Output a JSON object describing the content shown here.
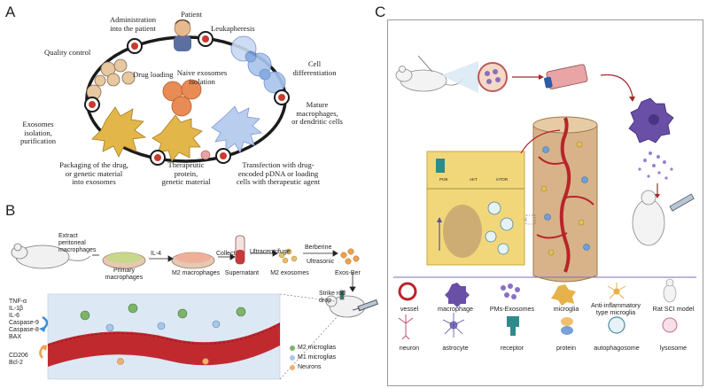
{
  "panels": {
    "a": "A",
    "b": "B",
    "c": "C"
  },
  "panel_a": {
    "patient": "Patient",
    "administration": [
      "Administration",
      "into the patient"
    ],
    "leukapheresis": "Leukapheresis",
    "quality_control": "Quality control",
    "drug_loading": "Drug loading",
    "naive_exosomes": [
      "Naive exosomes",
      "isolation"
    ],
    "cell_differentiation": [
      "Cell",
      "differentiation"
    ],
    "mature": [
      "Mature",
      "macrophages,",
      "or dendritic cells"
    ],
    "exosomes_isolation": [
      "Exosomes",
      "isolation,",
      "purification"
    ],
    "packaging": [
      "Packaging of the drug,",
      "or genetic material",
      "into exosomes"
    ],
    "therapeutic": [
      "Therapeutic",
      "protein,",
      "genetic material"
    ],
    "transfection": [
      "Transfection with drug-",
      "encoded pDNA or loading",
      "cells with therapeutic agent"
    ]
  },
  "panel_b": {
    "extract": [
      "Extract",
      "peritoneal",
      "macrophages"
    ],
    "primary": [
      "Primary",
      "macrophages"
    ],
    "il4": "IL-4",
    "m2_macrophages": "M2 macrophages",
    "collect": "Collect",
    "supernatant": "Supernatant",
    "ultracentrifuge": "Ultracentrifuge",
    "m2_exosomes": "M2 exosomes",
    "berberine": "Berberine",
    "ultrasonic": "Ultrasonic",
    "exos_ber": "Exos-Ber",
    "strike_rod": [
      "Strike rod",
      "drop"
    ],
    "decrease_markers": [
      "TNF-α",
      "IL-1β",
      "IL-6",
      "Caspase-9",
      "Caspase-8",
      "BAX"
    ],
    "increase_markers": [
      "CD206",
      "Bcl-2"
    ],
    "legend": [
      "M2 microglias",
      "M1 microglias",
      "Neurons"
    ]
  },
  "panel_c": {
    "legend_row1": [
      "vessel",
      "macrophage",
      "PMs-Exosomes",
      "microglia",
      "Anti-inflammatory type microglia",
      "Rat SCI model"
    ],
    "legend_row2": [
      "neuron",
      "astrocyte",
      "receptor",
      "protein",
      "autophagosome",
      "lysosome"
    ],
    "inset_labels": [
      "PI3K",
      "AKT",
      "mTOR"
    ]
  },
  "colors": {
    "exosome_orange": "#e88b55",
    "vessel_red": "#b8242a",
    "tissue_tan": "#d8b38a",
    "inset_yellow": "#f2d77a",
    "macrophage_purple": "#6a4fa6",
    "microglia_blue": "#6fa0d8",
    "arrow_red": "#a02a2a",
    "arrow_blue": "#3b8fd8",
    "arrow_orange": "#f0a050"
  }
}
